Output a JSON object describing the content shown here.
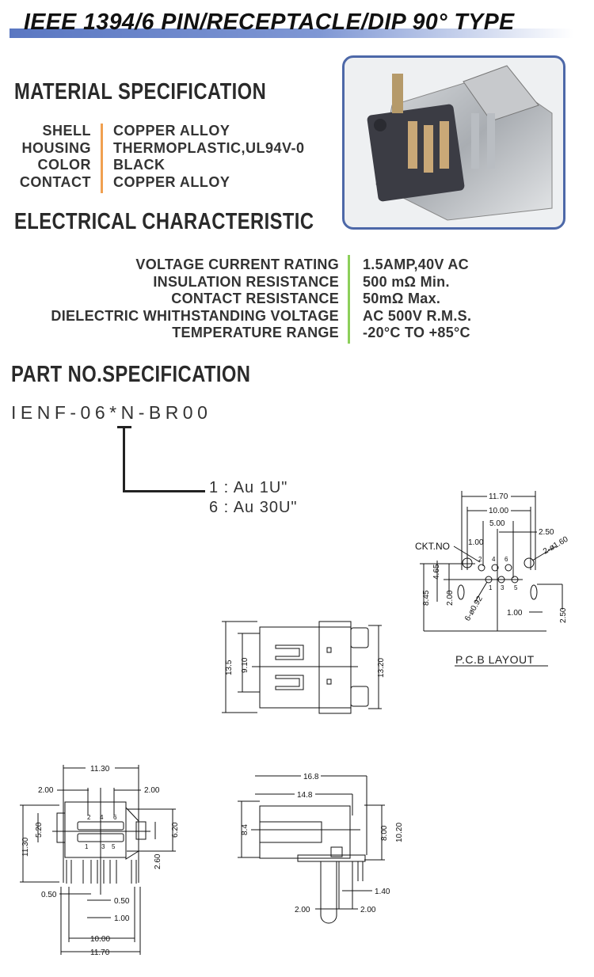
{
  "title": "IEEE 1394/6 PIN/RECEPTACLE/DIP 90° TYPE",
  "material": {
    "heading": "MATERIAL SPECIFICATION",
    "rows": [
      {
        "label": "SHELL",
        "value": "COPPER ALLOY"
      },
      {
        "label": "HOUSING",
        "value": "THERMOPLASTIC,UL94V-0"
      },
      {
        "label": "COLOR",
        "value": "BLACK"
      },
      {
        "label": "CONTACT",
        "value": "COPPER ALLOY"
      }
    ]
  },
  "electrical": {
    "heading": "ELECTRICAL CHARACTERISTIC",
    "rows": [
      {
        "label": "VOLTAGE CURRENT RATING",
        "value": "1.5AMP,40V AC"
      },
      {
        "label": "INSULATION RESISTANCE",
        "value": "500 mΩ Min."
      },
      {
        "label": "CONTACT RESISTANCE",
        "value": "50mΩ Max."
      },
      {
        "label": "DIELECTRIC WHITHSTANDING VOLTAGE",
        "value": "AC 500V R.M.S."
      },
      {
        "label": "TEMPERATURE RANGE",
        "value": "-20°C TO +85°C"
      }
    ]
  },
  "part": {
    "heading": "PART NO.SPECIFICATION",
    "number": "IENF-06*N-BR00",
    "options": [
      "1 : Au 1U\"",
      "6 : Au 30U\""
    ]
  },
  "pcb": {
    "caption": "P.C.B LAYOUT",
    "ckt": "CKT.NO",
    "dims": [
      "11.70",
      "10.00",
      "5.00",
      "2.50",
      "1.00",
      "2-ø1.60",
      "4.65",
      "8.45",
      "2.00",
      "6-ø0.92",
      "1.00",
      "2.50"
    ],
    "pins": [
      "2",
      "4",
      "6",
      "1",
      "3",
      "5"
    ]
  },
  "top_view": {
    "dims": [
      "13.5",
      "9.10",
      "13.20"
    ]
  },
  "front_view": {
    "dims": [
      "11.30",
      "2.00",
      "2.00",
      "11.30",
      "5.20",
      "6.20",
      "2.60",
      "0.50",
      "0.50",
      "1.00",
      "10.00",
      "11.70"
    ],
    "pins": [
      "2",
      "4",
      "6",
      "1",
      "3",
      "5"
    ]
  },
  "side_view": {
    "dims": [
      "16.8",
      "14.8",
      "8.4",
      "8.00",
      "10.20",
      "1.40",
      "2.00",
      "2.00"
    ]
  },
  "colors": {
    "title_bar": "#5a77c2",
    "material_divider": "#f0a050",
    "electrical_divider": "#8ccf5a",
    "photo_border": "#4d68a8"
  }
}
